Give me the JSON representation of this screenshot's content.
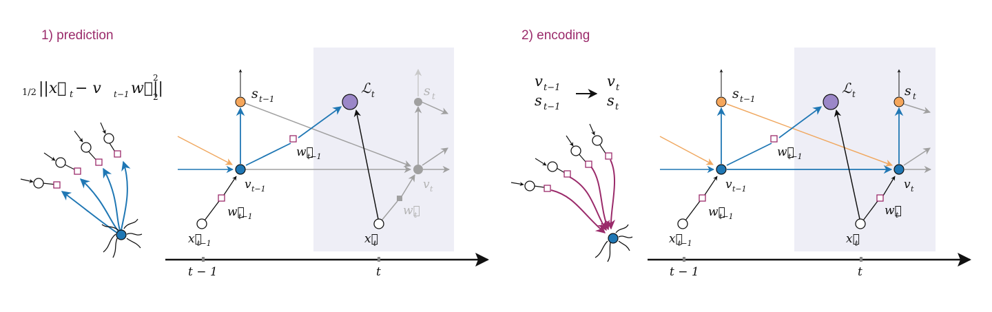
{
  "colors": {
    "title": "#9a2a6a",
    "blue": "#1f77b4",
    "orange": "#f0a860",
    "gray": "#a0a0a0",
    "magenta": "#9a2a6a",
    "shade": "#eeeef6",
    "loss_fill": "#9b87c8",
    "s_fill": "#f5a65b",
    "node_blue": "#1f77b4"
  },
  "panel1": {
    "title": "1) prediction",
    "loss_formula": {
      "frac": "1/2",
      "body": "||x⃗",
      "sub_t": "t",
      "minus_v": " − v",
      "sub_tm1": "t−1",
      "w": "w⃗||",
      "sup": "2",
      "sub2": "2"
    },
    "labels": {
      "s_prev": "s",
      "s_prev_sub": "t−1",
      "loss": "ℒ",
      "loss_sub": "t",
      "s_t": "s",
      "s_t_sub": "t",
      "w_prev_top": "w⃗",
      "w_prev_top_sub": "t−1",
      "v_prev": "v",
      "v_prev_sub": "t−1",
      "v_t": "v",
      "v_t_sub": "t",
      "w_prev_bottom": "w⃗",
      "w_prev_bottom_sub": "t−1",
      "w_t": "w⃗",
      "w_t_sub": "t",
      "x_prev": "x⃗",
      "x_prev_sub": "t−1",
      "x_t": "x⃗",
      "x_t_sub": "t"
    },
    "axis": {
      "tick1": "t − 1",
      "tick2": "t"
    },
    "arrow_style": "predict"
  },
  "panel2": {
    "title": "2) encoding",
    "update": {
      "v_from": "v",
      "v_from_sub": "t−1",
      "s_from": "s",
      "s_from_sub": "t−1",
      "v_to": "v",
      "v_to_sub": "t",
      "s_to": "s",
      "s_to_sub": "t"
    },
    "labels": {
      "s_prev": "s",
      "s_prev_sub": "t−1",
      "loss": "ℒ",
      "loss_sub": "t",
      "s_t": "s",
      "s_t_sub": "t",
      "w_prev_top": "w⃗",
      "w_prev_top_sub": "t−1",
      "v_prev": "v",
      "v_prev_sub": "t−1",
      "v_t": "v",
      "v_t_sub": "t",
      "w_prev_bottom": "w⃗",
      "w_prev_bottom_sub": "t−1",
      "w_t": "w⃗",
      "w_t_sub": "t",
      "x_prev": "x⃗",
      "x_prev_sub": "t−1",
      "x_t": "x⃗",
      "x_t_sub": "t"
    },
    "axis": {
      "tick1": "t − 1",
      "tick2": "t"
    },
    "arrow_style": "encode"
  }
}
